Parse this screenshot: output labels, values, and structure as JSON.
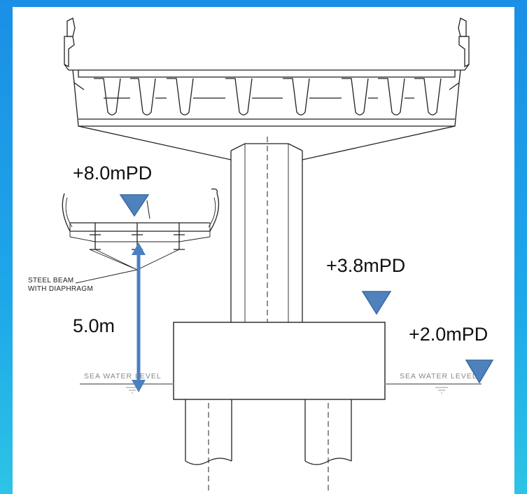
{
  "diagram": {
    "levels": {
      "deck_level": "+8.0mPD",
      "pilecap_level": "+3.8mPD",
      "sea_level": "+2.0mPD"
    },
    "clearance": "5.0m",
    "beam_label_line1": "STEEL BEAM",
    "beam_label_line2": "WITH DIAPHRAGM",
    "sea_water_label": "SEA WATER LEVEL"
  },
  "colors": {
    "marker_fill": "#4f81bd",
    "marker_stroke": "#3a6aa0",
    "arrow": "#4a7fc1",
    "line": "#222222",
    "sea_line": "#999999"
  }
}
